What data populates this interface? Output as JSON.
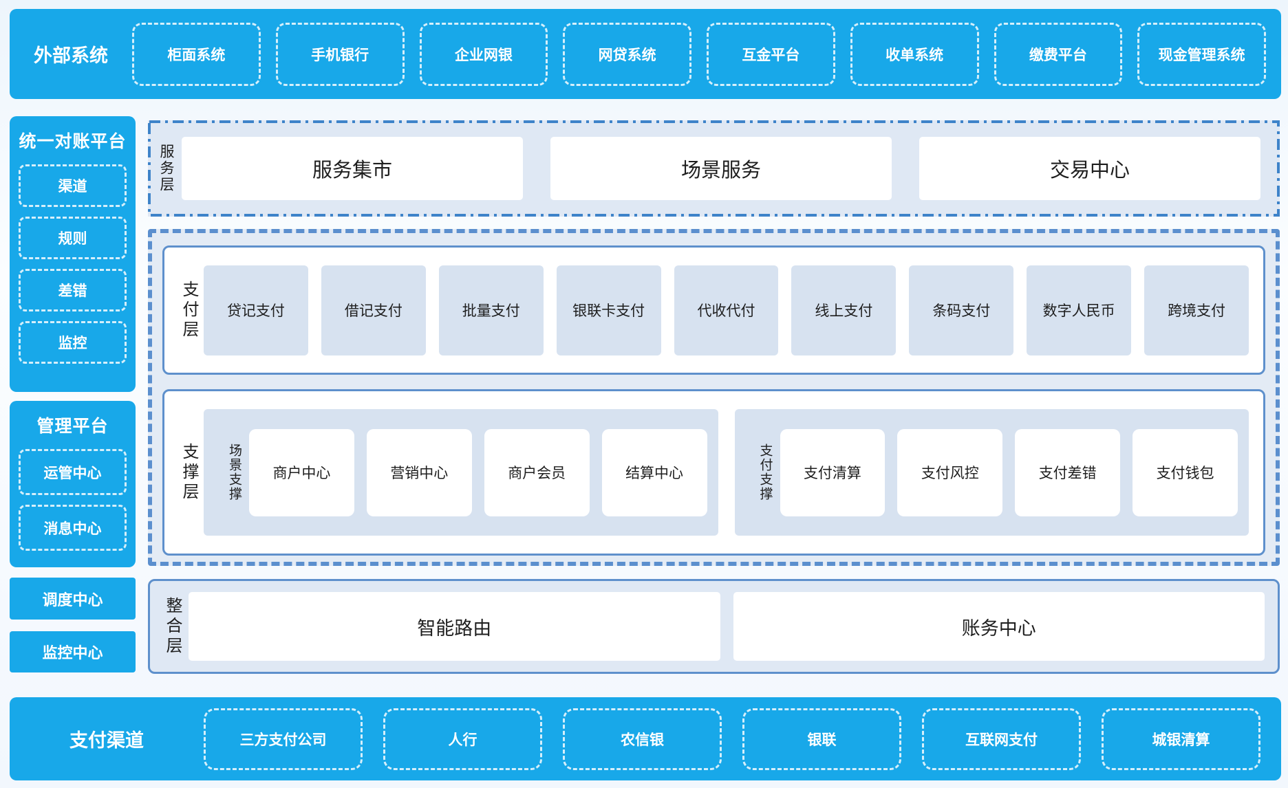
{
  "colors": {
    "brand_blue": "#18a8e9",
    "panel_bg": "#dfe8f4",
    "item_blue": "#d7e2f0",
    "solid_border": "#5e90cc",
    "dashed_border": "#5b8fce",
    "dashdot_border": "#3e83c9",
    "text_dark": "#1e1e1e",
    "text_white": "#ffffff"
  },
  "top_bar": {
    "title": "外部系统",
    "items": [
      "柜面系统",
      "手机银行",
      "企业网银",
      "网贷系统",
      "互金平台",
      "收单系统",
      "缴费平台",
      "现金管理系统"
    ]
  },
  "sidebar": {
    "reconciliation": {
      "title": "统一对账平台",
      "items": [
        "渠道",
        "规则",
        "差错",
        "监控"
      ]
    },
    "management": {
      "title": "管理平台",
      "items": [
        "运管中心",
        "消息中心"
      ]
    },
    "scheduling_center": "调度中心",
    "monitoring_center": "监控中心"
  },
  "service_layer": {
    "label": "服务层",
    "items": [
      "服务集市",
      "场景服务",
      "交易中心"
    ]
  },
  "payment_layer": {
    "label": "支付层",
    "items": [
      "贷记支付",
      "借记支付",
      "批量支付",
      "银联卡支付",
      "代收代付",
      "线上支付",
      "条码支付",
      "数字人民币",
      "跨境支付"
    ]
  },
  "support_layer": {
    "label": "支撑层",
    "groups": [
      {
        "label": "场景支撑",
        "items": [
          "商户中心",
          "营销中心",
          "商户会员",
          "结算中心"
        ]
      },
      {
        "label": "支付支撑",
        "items": [
          "支付清算",
          "支付风控",
          "支付差错",
          "支付钱包"
        ]
      }
    ]
  },
  "integration_layer": {
    "label": "整合层",
    "items": [
      "智能路由",
      "账务中心"
    ]
  },
  "bottom_bar": {
    "title": "支付渠道",
    "items": [
      "三方支付公司",
      "人行",
      "农信银",
      "银联",
      "互联网支付",
      "城银清算"
    ]
  }
}
